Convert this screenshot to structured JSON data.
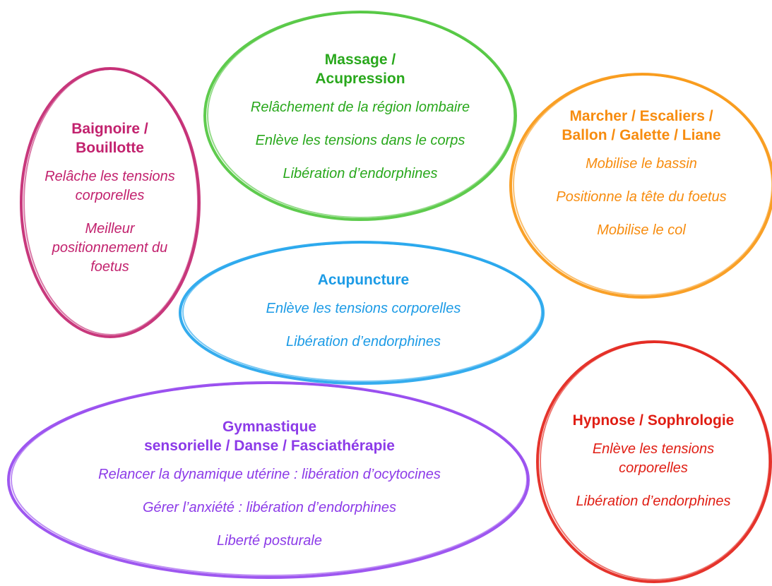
{
  "bubbles": [
    {
      "id": "baignoire",
      "color": "#c2226e",
      "title": "Baignoire /\nBouillotte",
      "items": [
        "Relâche les tensions corporelles",
        "Meilleur positionnement du foetus"
      ]
    },
    {
      "id": "massage",
      "color": "#29a81c",
      "title": "Massage /\nAcupression",
      "items": [
        "Relâchement de la région lombaire",
        "Enlève les tensions dans le corps",
        "Libération d’endorphines"
      ]
    },
    {
      "id": "marcher",
      "color": "#f78c0f",
      "title": "Marcher / Escaliers /\nBallon / Galette / Liane",
      "items": [
        "Mobilise le bassin",
        "Positionne la tête du foetus",
        "Mobilise le col"
      ]
    },
    {
      "id": "acupuncture",
      "color": "#1c9be6",
      "title": "Acupuncture",
      "items": [
        "Enlève les tensions corporelles",
        "Libération d’endorphines"
      ]
    },
    {
      "id": "gymnastique",
      "color": "#8c3be8",
      "title": "Gymnastique\nsensorielle / Danse / Fasciathérapie",
      "items": [
        "Relancer la dynamique utérine : libération d’ocytocines",
        "Gérer l’anxiété : libération d’endorphines",
        "Liberté posturale"
      ]
    },
    {
      "id": "hypnose",
      "color": "#e01e14",
      "title": "Hypnose / Sophrologie",
      "items": [
        "Enlève les tensions corporelles",
        "Libération d’endorphines"
      ]
    }
  ]
}
